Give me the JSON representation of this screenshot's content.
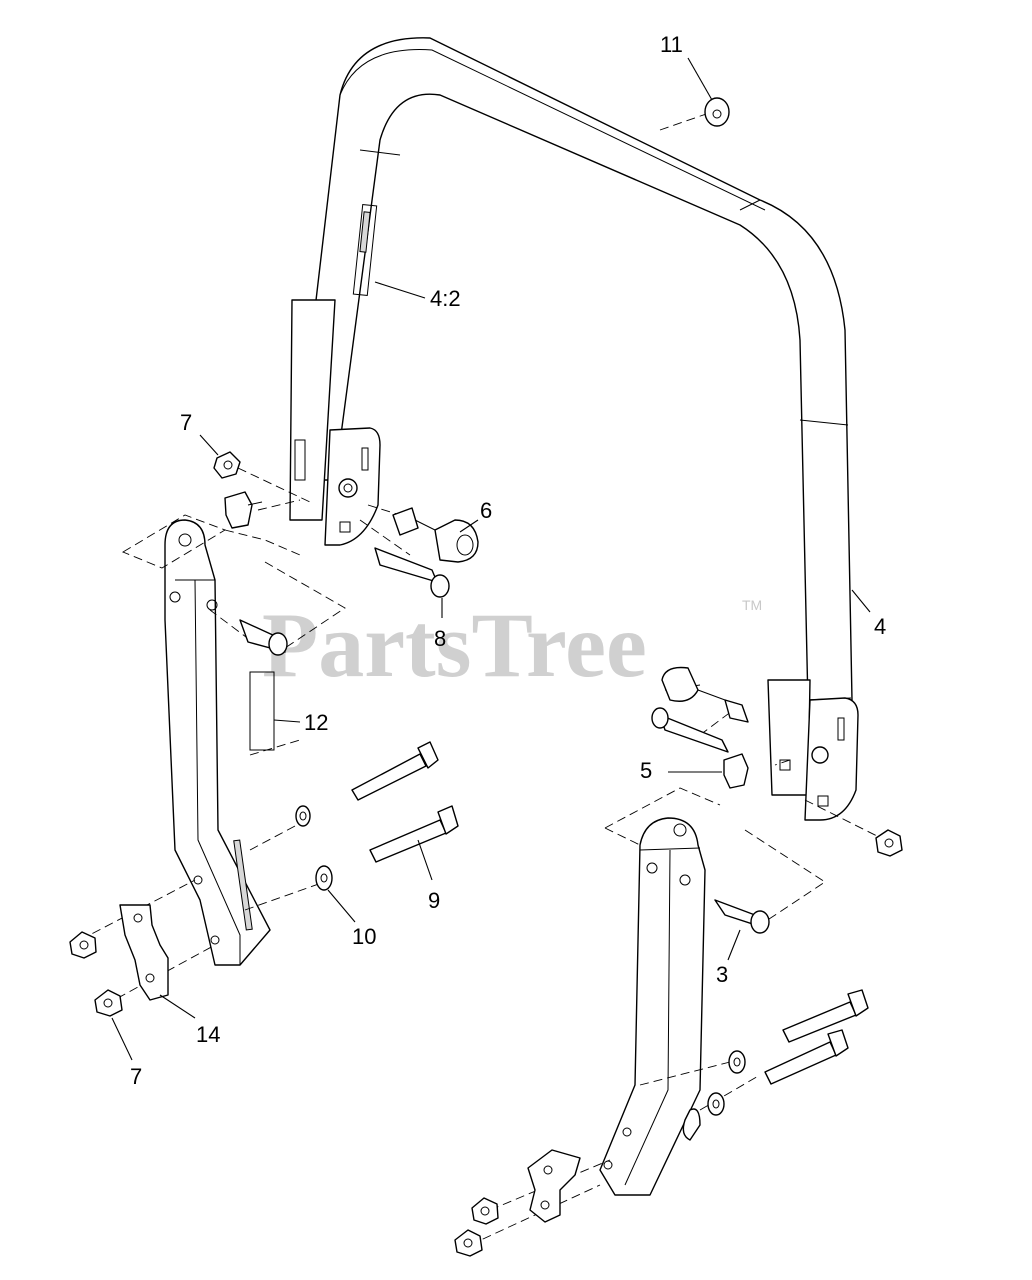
{
  "watermark": {
    "brand": "PartsTree",
    "trademark": "TM"
  },
  "callouts": {
    "c11": "11",
    "c4_2": "4:2",
    "c7_top": "7",
    "c6": "6",
    "c8": "8",
    "c4": "4",
    "c12": "12",
    "c5": "5",
    "c9": "9",
    "c10": "10",
    "c3": "3",
    "c14": "14",
    "c7_bottom": "7"
  }
}
